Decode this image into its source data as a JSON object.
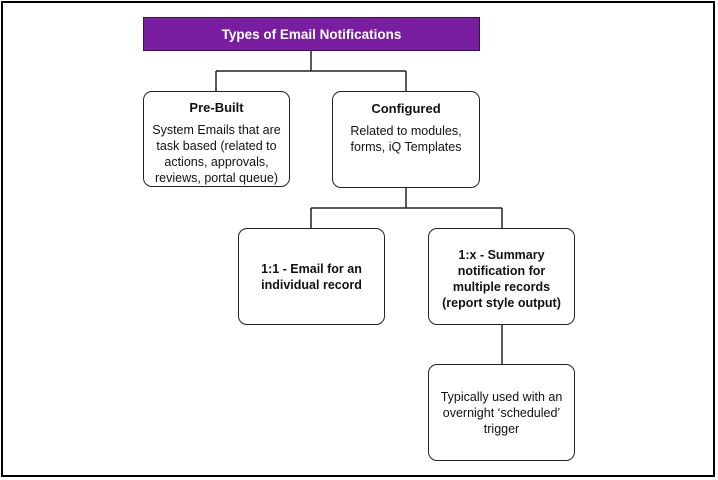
{
  "header": {
    "title": "Types of Email Notifications"
  },
  "nodes": {
    "prebuilt": {
      "title": "Pre-Built",
      "description": "System Emails that are task based (related to actions, approvals, reviews, portal queue)"
    },
    "configured": {
      "title": "Configured",
      "description": "Related to modules, forms, iQ Templates"
    },
    "one_to_one": {
      "title": "1:1 - Email for an individual record"
    },
    "one_to_x": {
      "title": "1:x - Summary notification for multiple records (report style output)"
    },
    "scheduled": {
      "description": "Typically used with an overnight ‘scheduled’ trigger"
    }
  },
  "colors": {
    "header_background": "#7a1ea1",
    "header_text": "#ffffff",
    "border": "#222222"
  }
}
